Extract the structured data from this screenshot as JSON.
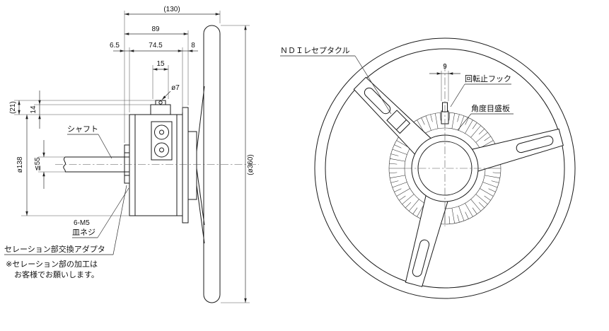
{
  "drawing": {
    "side_view": {
      "dim_130": "(130)",
      "dim_89": "89",
      "dim_6_5": "6.5",
      "dim_74_5": "74.5",
      "dim_8": "8",
      "dim_15": "15",
      "dim_dia7": "ø7",
      "dim_21": "(21)",
      "dim_14": "14",
      "dim_dia138": "ø138",
      "dim_dia55": "≦55",
      "dim_dia360": "(ø360)",
      "label_shaft": "シャフト",
      "label_screw_line1": "6-M5",
      "label_screw_line2": "皿ネジ",
      "label_adapter": "セレーション部交換アダプタ",
      "note_line1": "※セレーション部の加工は",
      "note_line2": "お客様でお願いします。"
    },
    "front_view": {
      "label_ndi": "ＮＤＩレセプタクル",
      "dim_9": "9",
      "label_hook": "回転止フック",
      "label_scale_plate": "角度目盛板"
    }
  }
}
